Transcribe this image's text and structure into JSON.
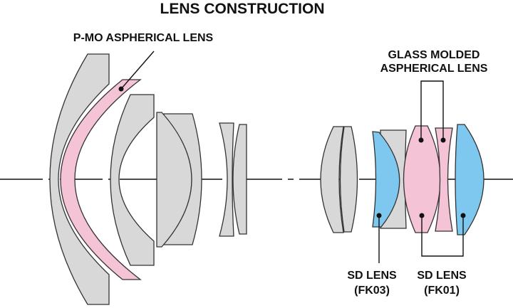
{
  "title": "LENS CONSTRUCTION",
  "labels": {
    "pmo": "P-MO ASPHERICAL LENS",
    "glass_molded_line1": "GLASS MOLDED",
    "glass_molded_line2": "ASPHERICAL LENS",
    "sd_fk03_line1": "SD LENS",
    "sd_fk03_line2": "(FK03)",
    "sd_fk01_line1": "SD LENS",
    "sd_fk01_line2": "(FK01)"
  },
  "colors": {
    "standard": "#d8d8d8",
    "aspherical": "#f4c3d6",
    "sd": "#7ec8ef"
  }
}
